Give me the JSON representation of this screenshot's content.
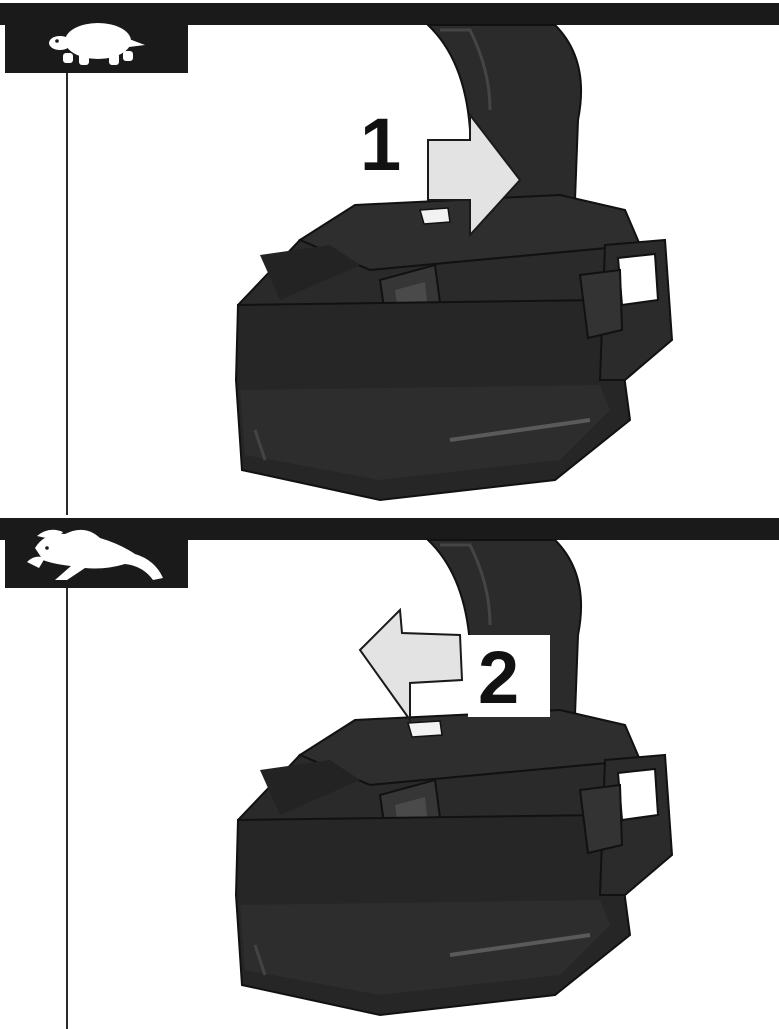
{
  "steps": [
    {
      "number": "1",
      "mode_icon": "turtle-icon",
      "direction": "right"
    },
    {
      "number": "2",
      "mode_icon": "rabbit-icon",
      "direction": "left"
    }
  ],
  "colors": {
    "tool_body": "#2b2b2b",
    "tool_dark": "#1c1c1c",
    "tool_highlight": "#5a5a5a",
    "arrow_fill": "#e3e3e3",
    "arrow_stroke": "#1a1a1a",
    "bar": "#1a1a1a"
  }
}
